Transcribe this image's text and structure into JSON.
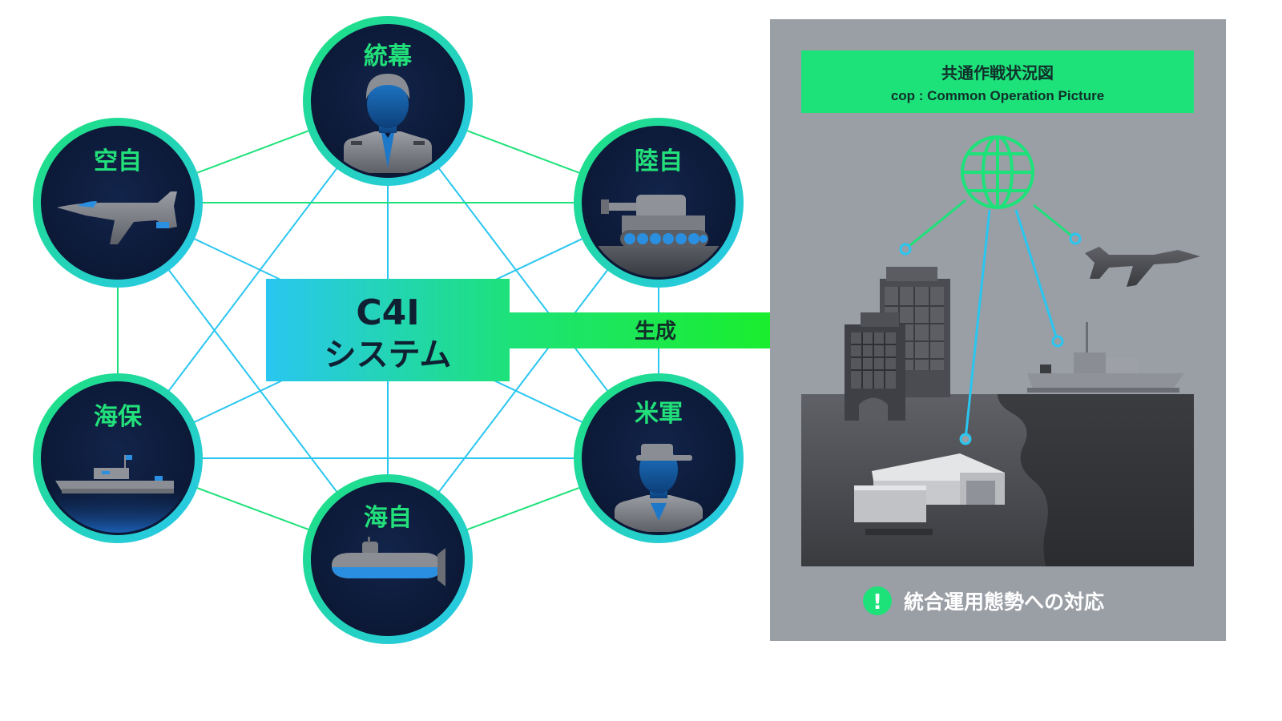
{
  "nodes": [
    {
      "id": "toumaku",
      "label": "統幕",
      "icon": "officer-icon"
    },
    {
      "id": "rikuji",
      "label": "陸自",
      "icon": "tank-icon"
    },
    {
      "id": "beigun",
      "label": "米軍",
      "icon": "us-soldier-icon"
    },
    {
      "id": "kaiji",
      "label": "海自",
      "icon": "submarine-icon"
    },
    {
      "id": "kaiho",
      "label": "海保",
      "icon": "patrol-ship-icon"
    },
    {
      "id": "kuuji",
      "label": "空自",
      "icon": "fighter-jet-icon"
    }
  ],
  "hub": {
    "line1": "C4I",
    "line2": "システム"
  },
  "arrow": {
    "label": "生成"
  },
  "cop": {
    "title": "共通作戦状況図",
    "subtitle": "cop : Common Operation Picture",
    "footer_icon": "!",
    "footer": "統合運用態勢への対応"
  },
  "colors": {
    "accent_green": "#1de27a",
    "accent_cyan": "#29c6f0",
    "node_fill": "#0d1b3a",
    "panel_gray": "#9a9ea5"
  }
}
